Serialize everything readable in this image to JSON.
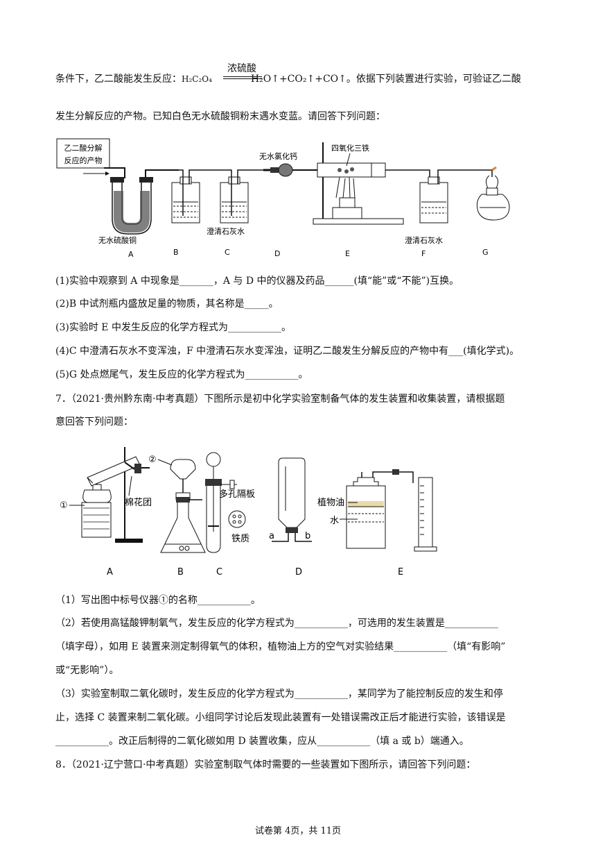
{
  "q6": {
    "intro_a": "条件下，乙二酸能发生反应：",
    "formula_reactant": "H₂C₂O₄",
    "condition": "浓硫酸",
    "products": "H₂O↑+CO₂↑+CO↑。依据下列装置进行实验，可验证乙二酸",
    "intro_b": "发生分解反应的产物。已知白色无水硫酸铜粉末遇水变蓝。请回答下列问题：",
    "figure": {
      "box_label_1": "乙二酸分解",
      "box_label_2": "反应的产物",
      "cacl2": "无水氯化钙",
      "fe3o4": "四氧化三铁",
      "cuso4": "无水硫酸铜",
      "limewater_c": "澄清石灰水",
      "limewater_f": "澄清石灰水",
      "letters": [
        "A",
        "B",
        "C",
        "D",
        "E",
        "F",
        "G"
      ]
    },
    "questions": [
      "(1)实验中观察到 A 中现象是_______，A 与 D 中的仪器及药品______(填“能”或“不能”)互换。",
      "(2)B 中试剂瓶内盛放足量的物质，其名称是_____。",
      "(3)实验时 E 中发生反应的化学方程式为___________。",
      "(4)C 中澄清石灰水不变浑浊，F 中澄清石灰水变浑浊，证明乙二酸发生分解反应的产物中有___(填化学式)。",
      "(5)G 处点燃尾气，发生反应的化学方程式为___________。"
    ]
  },
  "q7": {
    "stem_1": "7．（2021·贵州黔东南·中考真题）下图所示是初中化学实验室制备气体的发生装置和收集装置，请根据题",
    "stem_2": "意回答下列问题：",
    "figure": {
      "mark_1": "①",
      "mark_2": "②",
      "cotton": "棉花团",
      "plate": "多孔隔板",
      "iron": "铁质",
      "oil": "植物油",
      "water": "水",
      "port_a": "a",
      "port_b": "b",
      "letters": [
        "A",
        "B",
        "C",
        "D",
        "E"
      ]
    },
    "lines": [
      "（1）写出图中标号仪器①的名称___________。",
      "（2）若使用高锰酸钾制氧气，发生反应的化学方程式为___________，可选用的发生装置是___________",
      "（填字母），如用 E 装置来测定制得氧气的体积，植物油上方的空气对实验结果___________（填“有影响”",
      "或“无影响”）。",
      "（3）实验室制取二氧化碳时，发生反应的化学方程式为___________，某同学为了能控制反应的发生和停",
      "止，选择 C 装置来制二氧化碳。小组同学讨论后发现此装置有一处错误需改正后才能进行实验，该错误是",
      "___________。改正后制得的二氧化碳如用 D 装置收集，应从___________（填 a 或 b）端通入。"
    ]
  },
  "q8": {
    "stem": "8．（2021·辽宁营口·中考真题）实验室制取气体时需要的一些装置如下图所示，请回答下列问题："
  },
  "footer": "试卷第 4页，共 11页"
}
